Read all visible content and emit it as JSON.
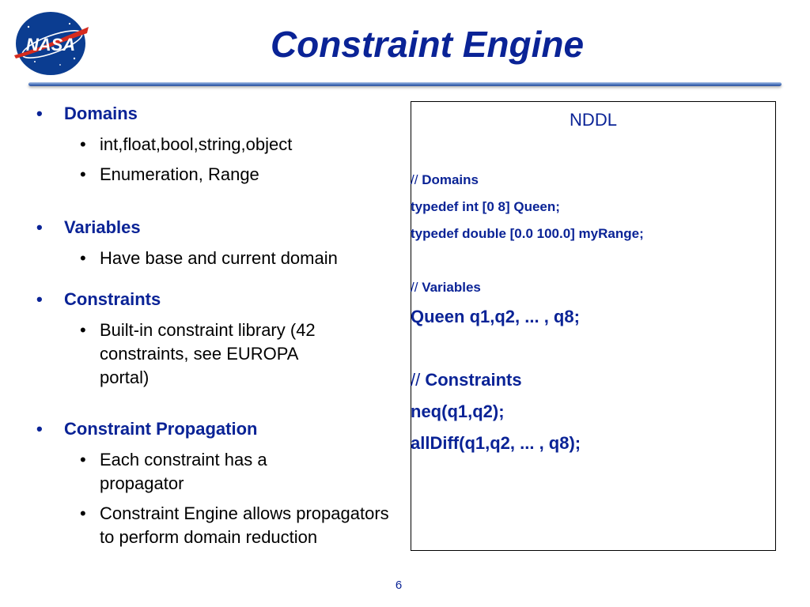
{
  "slide": {
    "title": "Constraint Engine",
    "page_number": "6"
  },
  "logo": {
    "text": "NASA",
    "icon": "nasa-meatball-logo",
    "colors": {
      "globe": "#0b3d91",
      "vector": "#d52b1e",
      "text": "#ffffff"
    }
  },
  "bullets": {
    "marker": "•",
    "sections": [
      {
        "heading": "Domains",
        "items": [
          "int,float,bool,string,object",
          "Enumeration, Range"
        ]
      },
      {
        "heading": "Variables",
        "items": [
          "Have base and current domain"
        ]
      },
      {
        "heading": "Constraints",
        "items": [
          "Built-in constraint library (42 constraints, see EUROPA portal)"
        ]
      },
      {
        "heading": "Constraint Propagation",
        "items": [
          "Each constraint has a propagator",
          "Constraint Engine allows propagators to perform domain reduction"
        ]
      }
    ]
  },
  "code_panel": {
    "heading": "NDDL",
    "comment_prefix": "//",
    "domains_comment": "Domains",
    "line_queen_type": "typedef int [0 8] Queen;",
    "line_range_type": "typedef double [0.0 100.0] myRange;",
    "variables_comment": "Variables",
    "line_queen_vars": "Queen q1,q2, ... , q8;",
    "constraints_comment": "Constraints",
    "line_neq": "neq(q1,q2);",
    "line_alldiff": "allDiff(q1,q2, ... , q8);"
  },
  "colors": {
    "accent_blue": "#0a2396",
    "rule_blue": "#2b4f9a"
  }
}
